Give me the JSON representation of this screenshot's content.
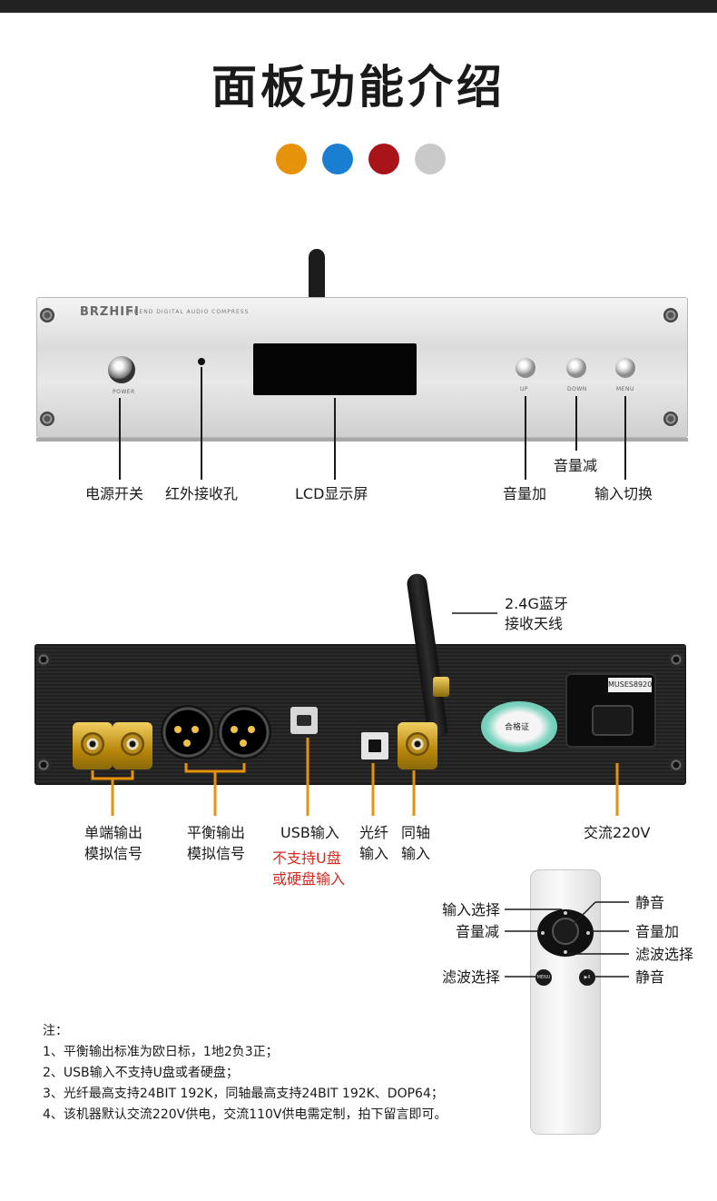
{
  "title": "面板功能介绍",
  "colors": {
    "orange": "#e6920a",
    "blue": "#1a7fd1",
    "red": "#a8141a",
    "grey": "#c9c9c9",
    "leader": "#e6920a",
    "highlight_red": "#d42a22"
  },
  "front_panel": {
    "brand": "BRZHIFI",
    "brand_subtitle": "HI-END DIGITAL AUDIO COMPRESS",
    "power_caption": "POWER",
    "up_caption": "UP",
    "down_caption": "DOWN",
    "menu_caption": "MENU",
    "labels": {
      "power": "电源开关",
      "ir": "红外接收孔",
      "lcd": "LCD显示屏",
      "vol_up": "音量加",
      "vol_down": "音量减",
      "input": "输入切换"
    }
  },
  "rear_panel": {
    "antenna_line1": "2.4G蓝牙",
    "antenna_line2": "接收天线",
    "iec_tag": "MUSES8920",
    "sticker": "合格证",
    "labels": {
      "se_line1": "单端输出",
      "se_line2": "模拟信号",
      "bal_line1": "平衡输出",
      "bal_line2": "模拟信号",
      "usb": "USB输入",
      "usb_warn1": "不支持U盘",
      "usb_warn2": "或硬盘输入",
      "opt_line1": "光纤",
      "opt_line2": "输入",
      "coax_line1": "同轴",
      "coax_line2": "输入",
      "ac": "交流220V"
    }
  },
  "remote": {
    "menu_caption": "MENU",
    "play_caption": "▶II",
    "labels": {
      "input_select": "输入选择",
      "vol_down": "音量减",
      "filter_select_left": "滤波选择",
      "mute_top": "静音",
      "vol_up": "音量加",
      "filter_select_right": "滤波选择",
      "mute_bottom": "静音"
    }
  },
  "notes": {
    "heading": "注：",
    "items": [
      "1、平衡输出标准为欧日标，1地2负3正；",
      "2、USB输入不支持U盘或者硬盘；",
      "3、光纤最高支持24BIT 192K，同轴最高支持24BIT 192K、DOP64；",
      "4、该机器默认交流220V供电，交流110V供电需定制，拍下留言即可。"
    ]
  }
}
